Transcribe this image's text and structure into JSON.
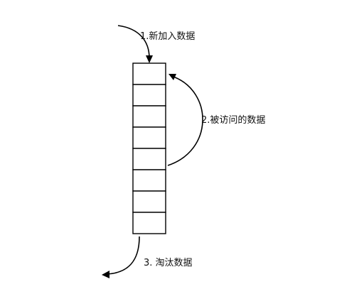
{
  "diagram": {
    "labels": {
      "new_data": "1.新加入数据",
      "accessed_data": "2.被访问的数据",
      "evicted_data": "3. 淘汰数据"
    },
    "queue": {
      "cell_count": 8
    }
  }
}
